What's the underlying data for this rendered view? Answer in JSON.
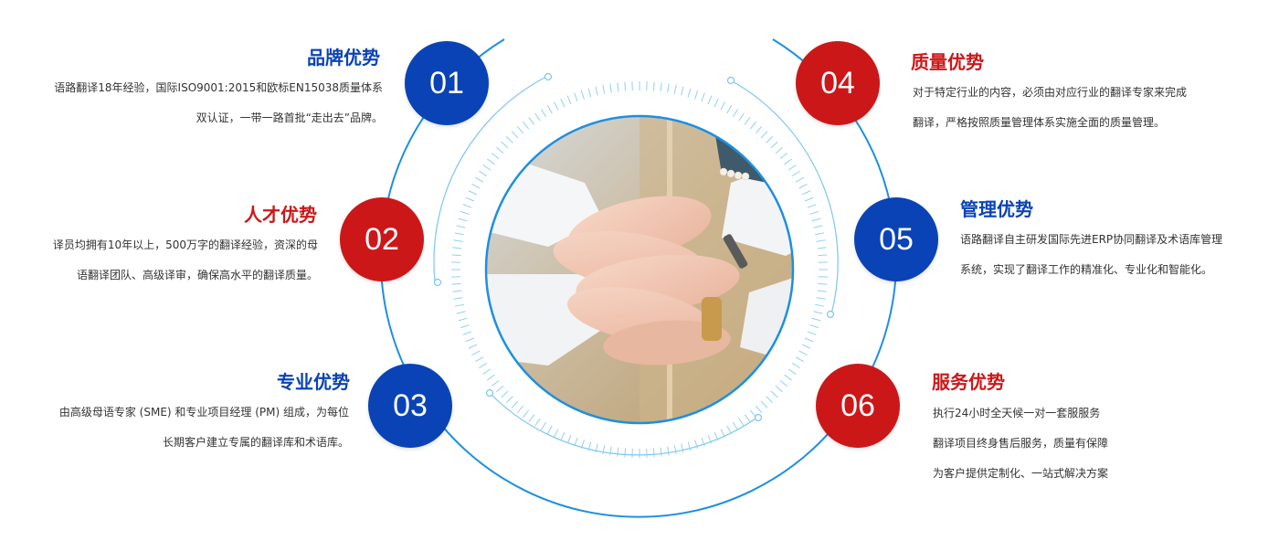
{
  "colors": {
    "blue": "#0a43b5",
    "red": "#cc1719",
    "ring": "#1d8fe1",
    "ring_light": "#7cc6ef"
  },
  "photo": {
    "subject": "stacked-hands-teamwork"
  },
  "features": [
    {
      "number": "01",
      "title": "品牌优势",
      "lines": [
        "语路翻译18年经验，国际ISO9001:2015和欧标EN15038质量体系",
        "双认证，一带一路首批“走出去”品牌。"
      ]
    },
    {
      "number": "02",
      "title": "人才优势",
      "lines": [
        "译员均拥有10年以上，500万字的翻译经验，资深的母",
        "语翻译团队、高级译审，确保高水平的翻译质量。"
      ]
    },
    {
      "number": "03",
      "title": "专业优势",
      "lines": [
        "由高级母语专家 (SME) 和专业项目经理 (PM) 组成，为每位",
        "长期客户建立专属的翻译库和术语库。"
      ]
    },
    {
      "number": "04",
      "title": "质量优势",
      "lines": [
        "对于特定行业的内容，必须由对应行业的翻译专家来完成",
        "翻译，严格按照质量管理体系实施全面的质量管理。"
      ]
    },
    {
      "number": "05",
      "title": "管理优势",
      "lines": [
        "语路翻译自主研发国际先进ERP协同翻译及术语库管理",
        "系统，实现了翻译工作的精准化、专业化和智能化。"
      ]
    },
    {
      "number": "06",
      "title": "服务优势",
      "lines": [
        "执行24小时全天候一对一套服服务",
        "翻译项目终身售后服务，质量有保障",
        "为客户提供定制化、一站式解决方案"
      ]
    }
  ]
}
